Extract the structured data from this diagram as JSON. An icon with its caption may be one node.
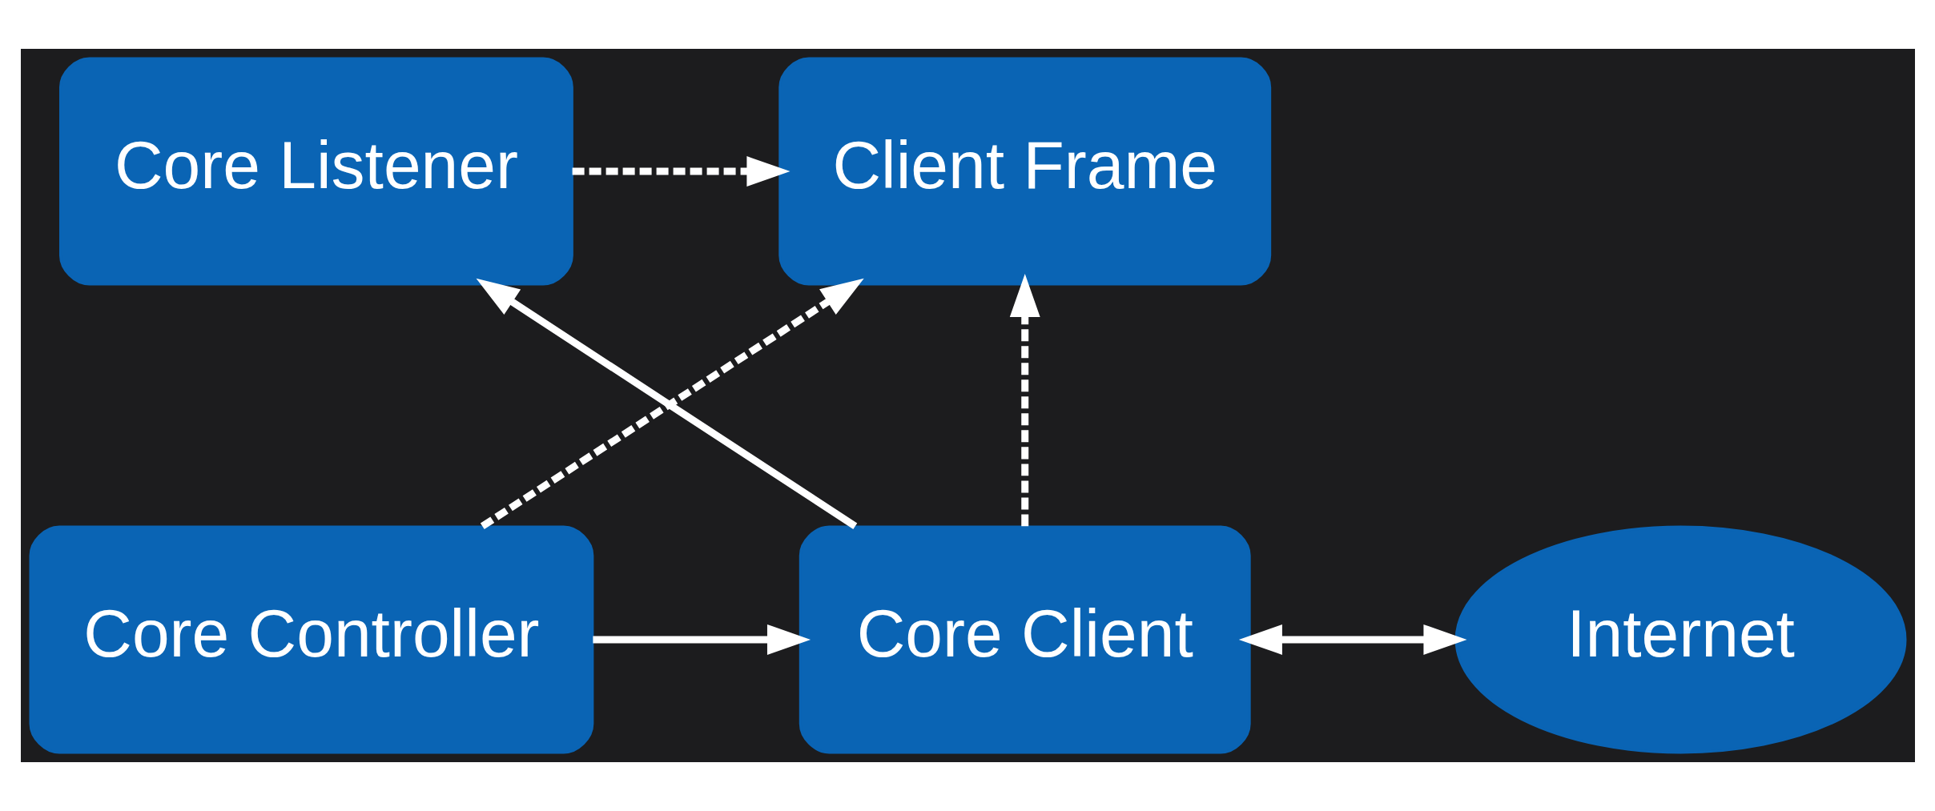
{
  "diagram": {
    "nodes": [
      {
        "text": [
          "Client Frame"
        ]
      },
      {
        "text": [
          "Core Listener"
        ]
      },
      {
        "text": [
          "Core Controller"
        ]
      },
      {
        "text": [
          "Core Client"
        ]
      },
      {
        "text": [
          "Internet"
        ]
      }
    ],
    "edges": [
      {
        "from": 1,
        "to": 0,
        "arrow": "to",
        "style": "dashed"
      },
      {
        "from": 2,
        "to": 0,
        "arrow": "to",
        "style": "dashed"
      },
      {
        "from": 3,
        "to": 0,
        "arrow": "to",
        "style": "dashed"
      },
      {
        "from": 3,
        "to": 1,
        "arrow": "to"
      },
      {
        "from": 2,
        "to": 3,
        "arrow": "to"
      },
      {
        "from": 3,
        "to": 4,
        "arrow": "both"
      }
    ]
  }
}
